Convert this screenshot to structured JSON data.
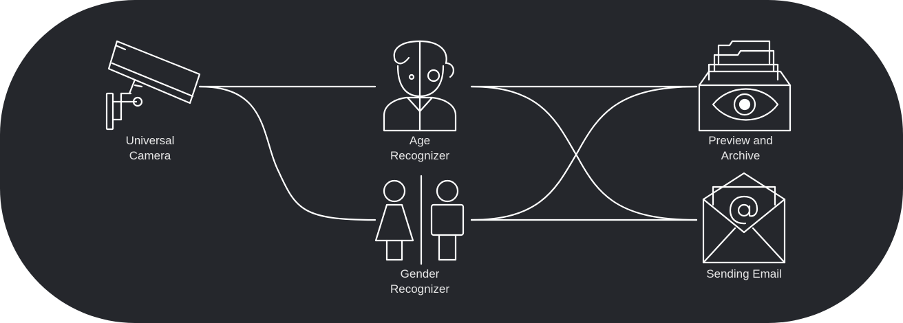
{
  "colors": {
    "background": "#25272c",
    "stroke": "#ffffff",
    "text": "#e6e6e6"
  },
  "nodes": {
    "camera": {
      "icon": "security-camera-icon",
      "label_line1": "Universal",
      "label_line2": "Camera"
    },
    "age": {
      "icon": "age-face-icon",
      "label_line1": "Age",
      "label_line2": "Recognizer"
    },
    "gender": {
      "icon": "gender-icon",
      "label_line1": "Gender",
      "label_line2": "Recognizer"
    },
    "archive": {
      "icon": "archive-eye-icon",
      "label_line1": "Preview and",
      "label_line2": "Archive"
    },
    "email": {
      "icon": "email-envelope-icon",
      "label_line1": "Sending Email"
    }
  },
  "connections": [
    {
      "from": "camera",
      "to": "age"
    },
    {
      "from": "camera",
      "to": "gender"
    },
    {
      "from": "age",
      "to": "archive"
    },
    {
      "from": "age",
      "to": "email"
    },
    {
      "from": "gender",
      "to": "archive"
    },
    {
      "from": "gender",
      "to": "email"
    }
  ]
}
